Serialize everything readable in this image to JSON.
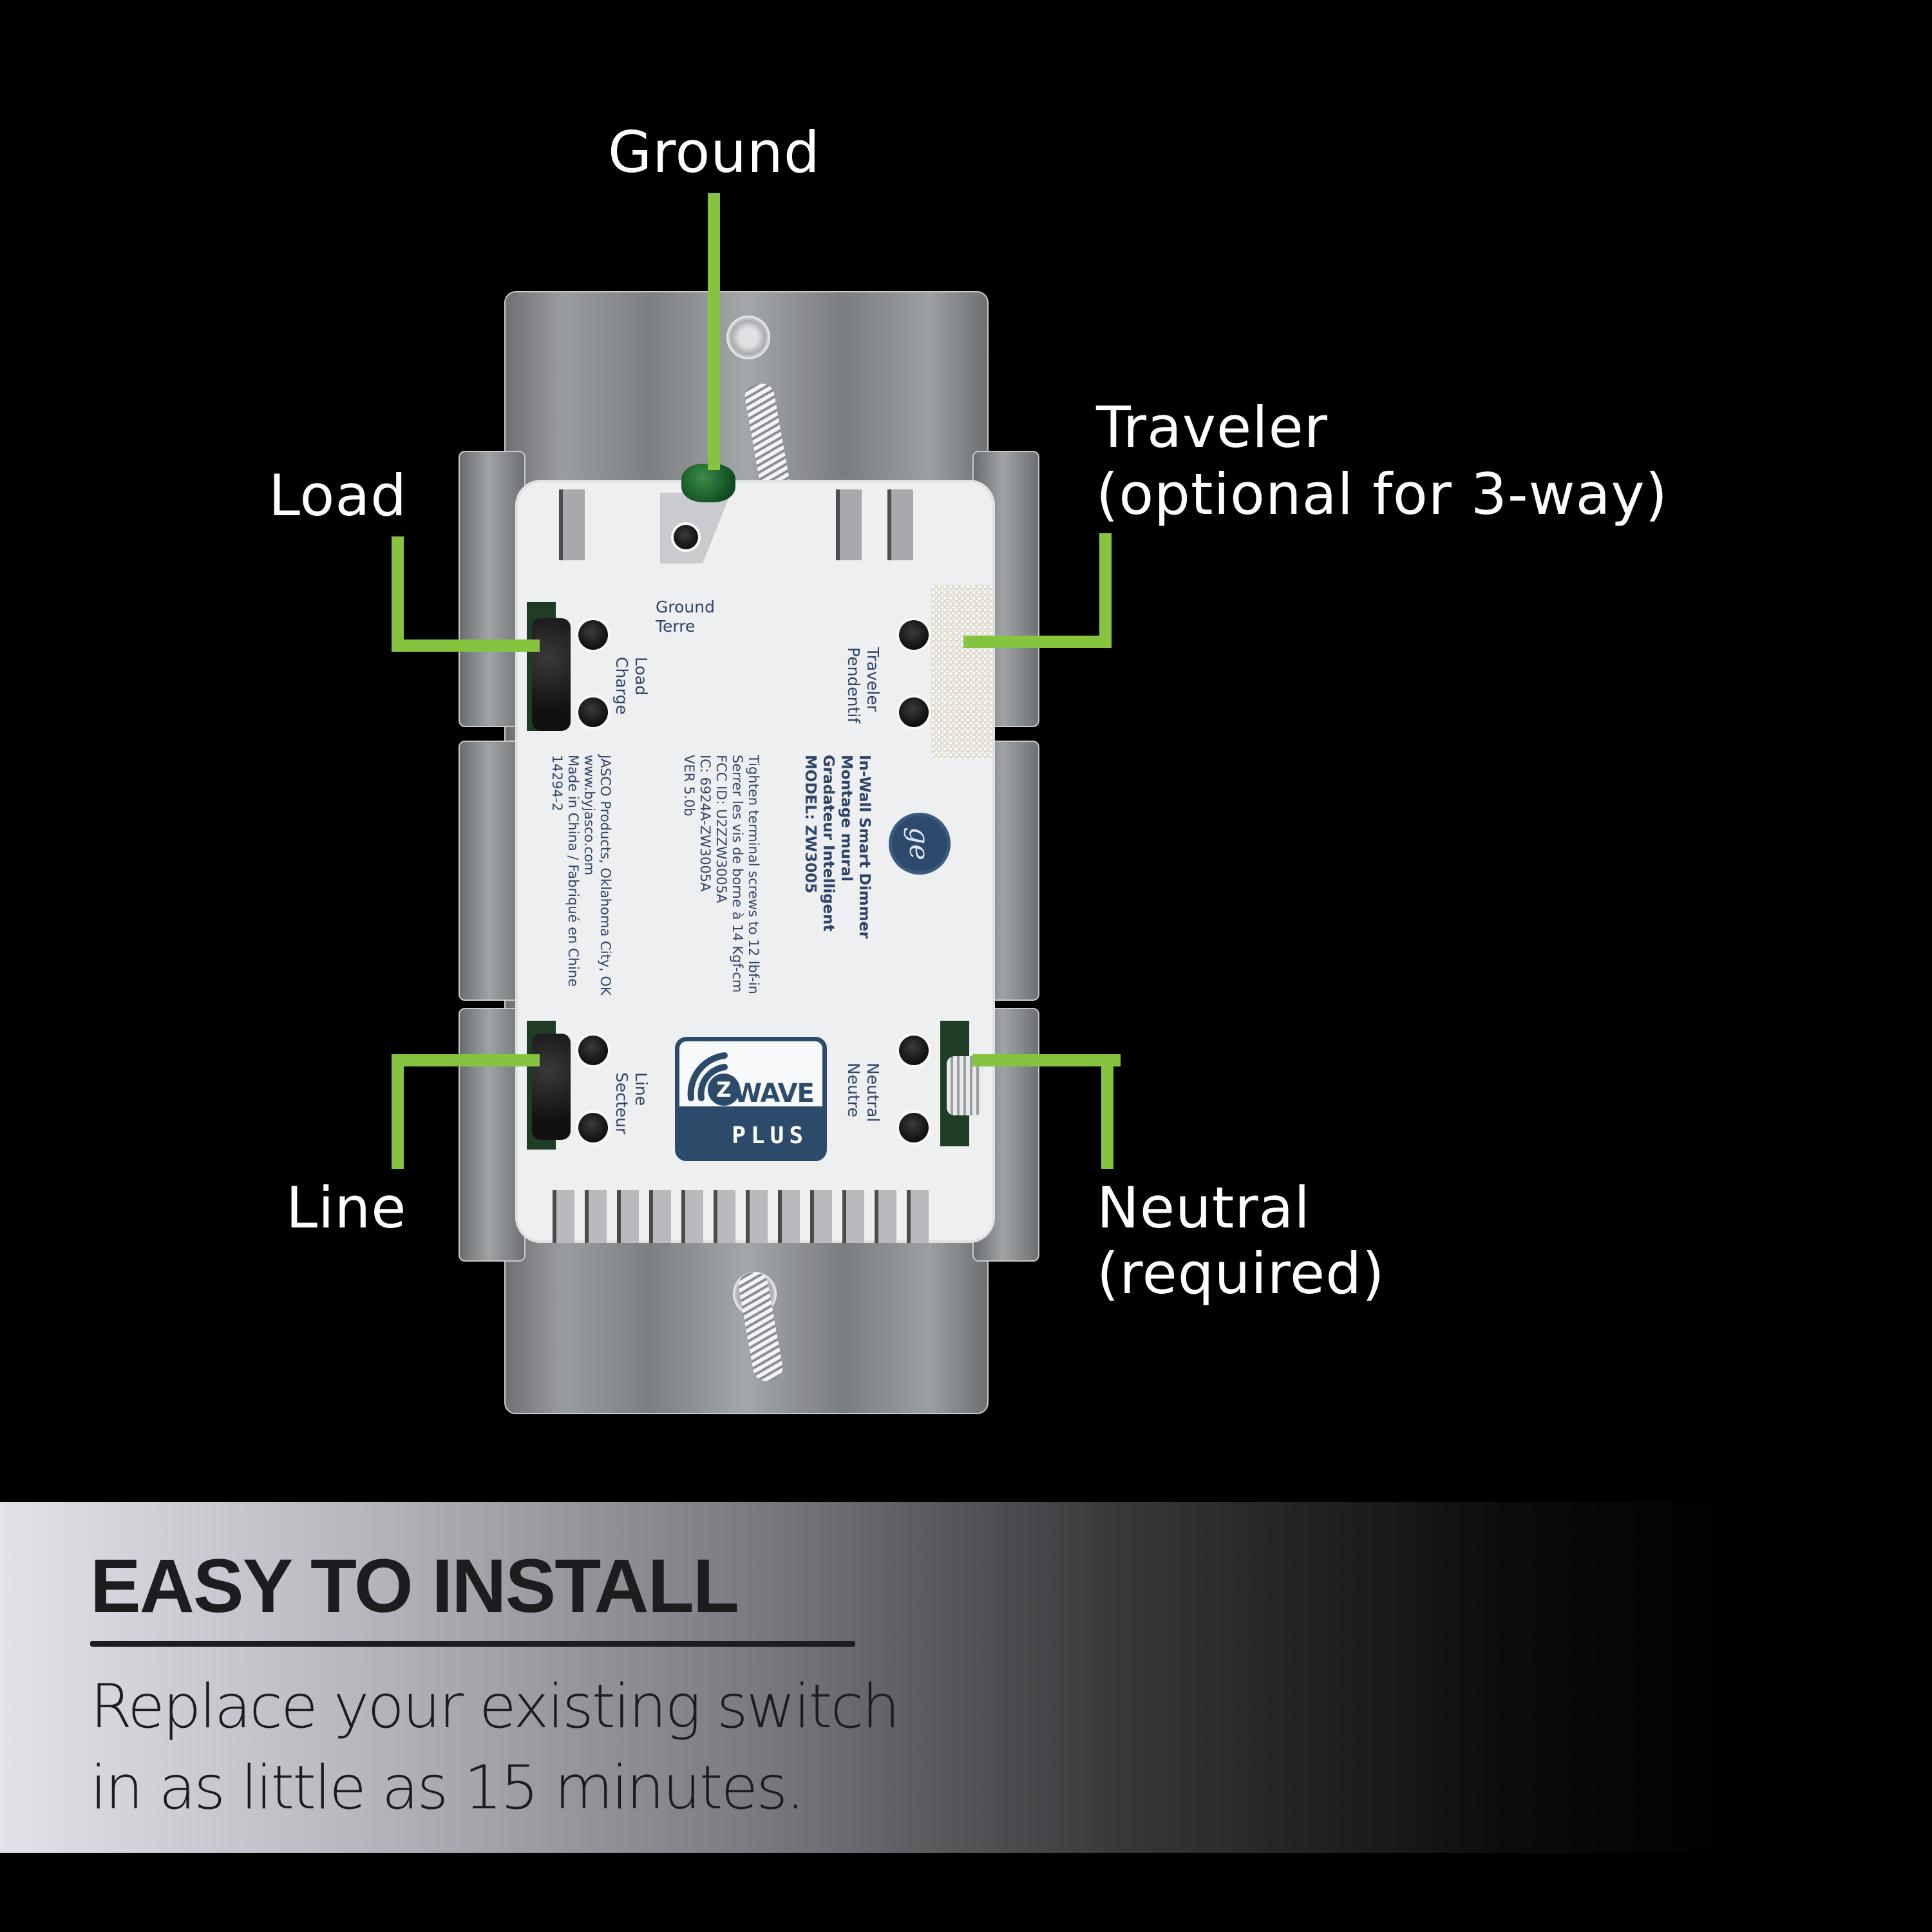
{
  "callouts": {
    "ground": "Ground",
    "load": "Load",
    "traveler_line1": "Traveler",
    "traveler_line2": "(optional for 3-way)",
    "line": "Line",
    "neutral_line1": "Neutral",
    "neutral_line2": "(required)"
  },
  "colors": {
    "accent_green": "#86c440",
    "background": "#000000",
    "label_blue": "#2e4468",
    "zwave_blue": "#2c4a6a"
  },
  "device_labels": {
    "ground": "Ground\nTerre",
    "load": "Load\nCharge",
    "traveler": "Traveler\nPendentif",
    "line": "Line\nSecteur",
    "neutral": "Neutral\nNeutre"
  },
  "product_info": {
    "name_lines": "In-Wall Smart Dimmer\nMontage mural\nGradateur Intelligent\nMODEL: ZW3005",
    "spec_lines": "Tighten terminal screws to 12 lbf-in\nSerrer les vis de borne à 14 Kgf-cm\nFCC ID: U2ZZW3005A\nIC: 6924A-ZW3005A\nVER 5.0b",
    "maker_lines": "JASCO Products, Oklahoma City, OK\nwww.byjasco.com\nMade in China / Fabriqué en Chine\n14294-2"
  },
  "logos": {
    "ge_logo": "ge",
    "zwave_badge": {
      "z_letter": "Z",
      "wave_text": "WAVE",
      "plus_text": "PLUS"
    }
  },
  "banner": {
    "title": "EASY TO INSTALL",
    "body_line1": "Replace your existing switch",
    "body_line2": "in as little as 15 minutes."
  }
}
